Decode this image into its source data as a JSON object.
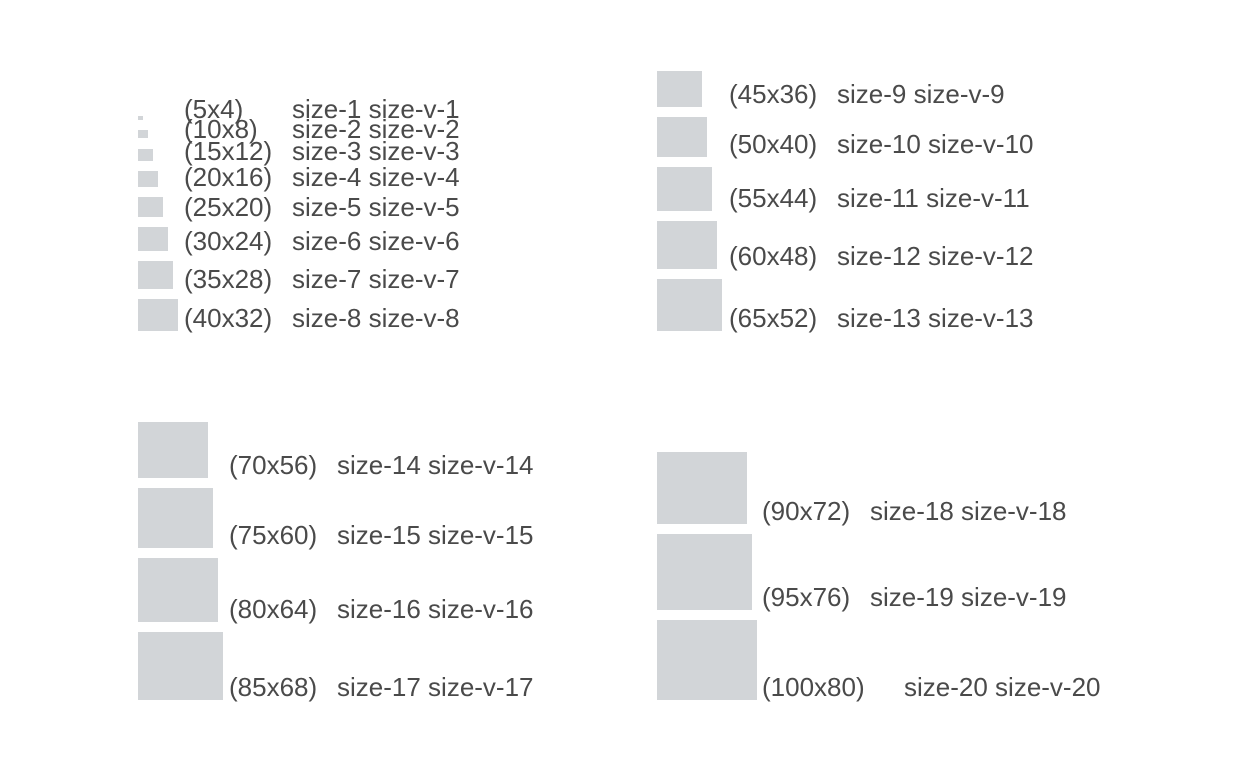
{
  "swatch_color": "#d2d5d8",
  "text_color": "#4a4a4a",
  "items": [
    {
      "dims": "(5x4)",
      "cls": "size-1 size-v-1"
    },
    {
      "dims": "(10x8)",
      "cls": "size-2 size-v-2"
    },
    {
      "dims": "(15x12)",
      "cls": "size-3 size-v-3"
    },
    {
      "dims": "(20x16)",
      "cls": "size-4 size-v-4"
    },
    {
      "dims": "(25x20)",
      "cls": "size-5 size-v-5"
    },
    {
      "dims": "(30x24)",
      "cls": "size-6 size-v-6"
    },
    {
      "dims": "(35x28)",
      "cls": "size-7 size-v-7"
    },
    {
      "dims": "(40x32)",
      "cls": "size-8 size-v-8"
    },
    {
      "dims": "(45x36)",
      "cls": "size-9 size-v-9"
    },
    {
      "dims": "(50x40)",
      "cls": "size-10 size-v-10"
    },
    {
      "dims": "(55x44)",
      "cls": "size-11 size-v-11"
    },
    {
      "dims": "(60x48)",
      "cls": "size-12 size-v-12"
    },
    {
      "dims": "(65x52)",
      "cls": "size-13 size-v-13"
    },
    {
      "dims": "(70x56)",
      "cls": "size-14 size-v-14"
    },
    {
      "dims": "(75x60)",
      "cls": "size-15 size-v-15"
    },
    {
      "dims": "(80x64)",
      "cls": "size-16 size-v-16"
    },
    {
      "dims": "(85x68)",
      "cls": "size-17 size-v-17"
    },
    {
      "dims": "(90x72)",
      "cls": "size-18 size-v-18"
    },
    {
      "dims": "(95x76)",
      "cls": "size-19 size-v-19"
    },
    {
      "dims": "(100x80)",
      "cls": "size-20 size-v-20"
    }
  ]
}
